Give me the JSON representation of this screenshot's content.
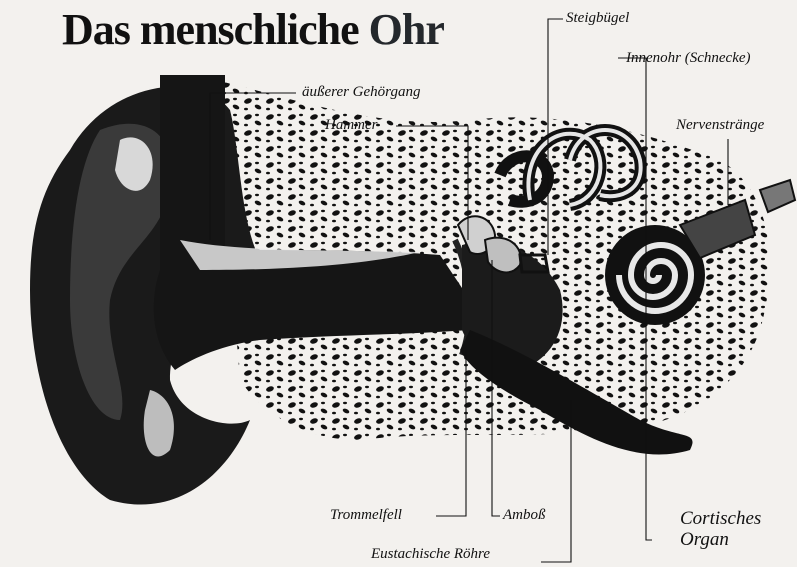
{
  "title": {
    "word1": "Das menschliche",
    "word2": "Ohr"
  },
  "labels": {
    "steigbuegel": "Steigbügel",
    "innenohr": "Innenohr (Schnecke)",
    "gehoergang": "äußerer Gehörgang",
    "hammer": "Hammer",
    "nervenstraenge": "Nervenstränge",
    "trommelfell": "Trommelfell",
    "amboss": "Amboß",
    "cortisches_line1": "Cortisches",
    "cortisches_line2": "Organ",
    "eustachische": "Eustachische Röhre"
  }
}
